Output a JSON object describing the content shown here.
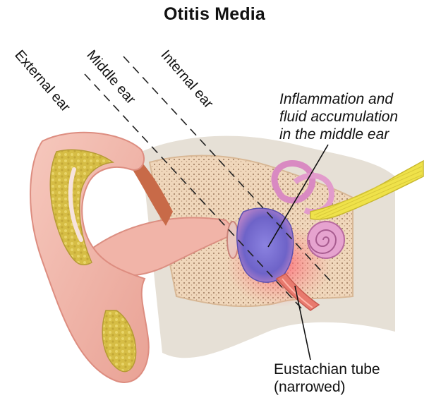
{
  "title": "Otitis Media",
  "regions": {
    "external": "External ear",
    "middle": "Middle ear",
    "internal": "Internal ear"
  },
  "callouts": {
    "inflammation": [
      "Inflammation and",
      "fluid accumulation",
      "in the middle ear"
    ],
    "eustachian": [
      "Eustachian tube",
      "(narrowed)"
    ]
  },
  "colors": {
    "skin": "#f2b9ad",
    "skin_dark": "#e7968a",
    "cartilage": "#d9c24a",
    "bone": "#f2dcc0",
    "bone_dots": "#a8866a",
    "muscle": "#c96b4a",
    "fluid": "#7a6fcf",
    "inflamed": "#f07c8a",
    "cochlea": "#d98ac2",
    "nerve": "#efe24a",
    "skull": "#e3ddd2"
  }
}
